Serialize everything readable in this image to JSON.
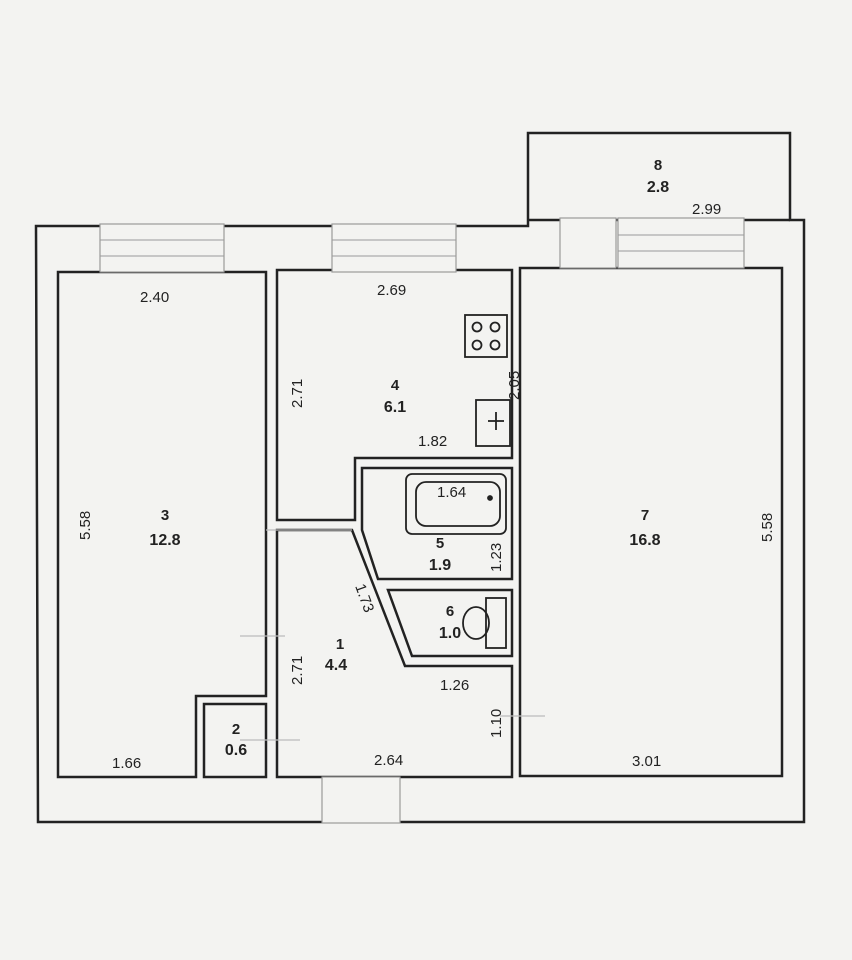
{
  "rooms": [
    {
      "number": "1",
      "area": "4.4"
    },
    {
      "number": "2",
      "area": "0.6"
    },
    {
      "number": "3",
      "area": "12.8"
    },
    {
      "number": "4",
      "area": "6.1"
    },
    {
      "number": "5",
      "area": "1.9"
    },
    {
      "number": "6",
      "area": "1.0"
    },
    {
      "number": "7",
      "area": "16.8"
    },
    {
      "number": "8",
      "area": "2.8"
    }
  ],
  "dimensions": {
    "room3_width": "2.40",
    "room3_length": "5.58",
    "room3_bottom": "1.66",
    "room4_width": "2.69",
    "room4_length": "2.71",
    "room4_niche": "2.05",
    "room4_bottom": "1.82",
    "bath_length": "1.64",
    "bath_width": "1.23",
    "corridor_diag": "1.73",
    "corridor_length": "2.71",
    "wc_width": "1.26",
    "wc_small": "1.10",
    "corridor_bottom": "2.64",
    "room7_length": "5.58",
    "room7_bottom": "3.01",
    "balcony_width": "2.99"
  },
  "colors": {
    "wall": "#222222",
    "paper": "#f3f3f1",
    "window": "#9a9a9a"
  }
}
